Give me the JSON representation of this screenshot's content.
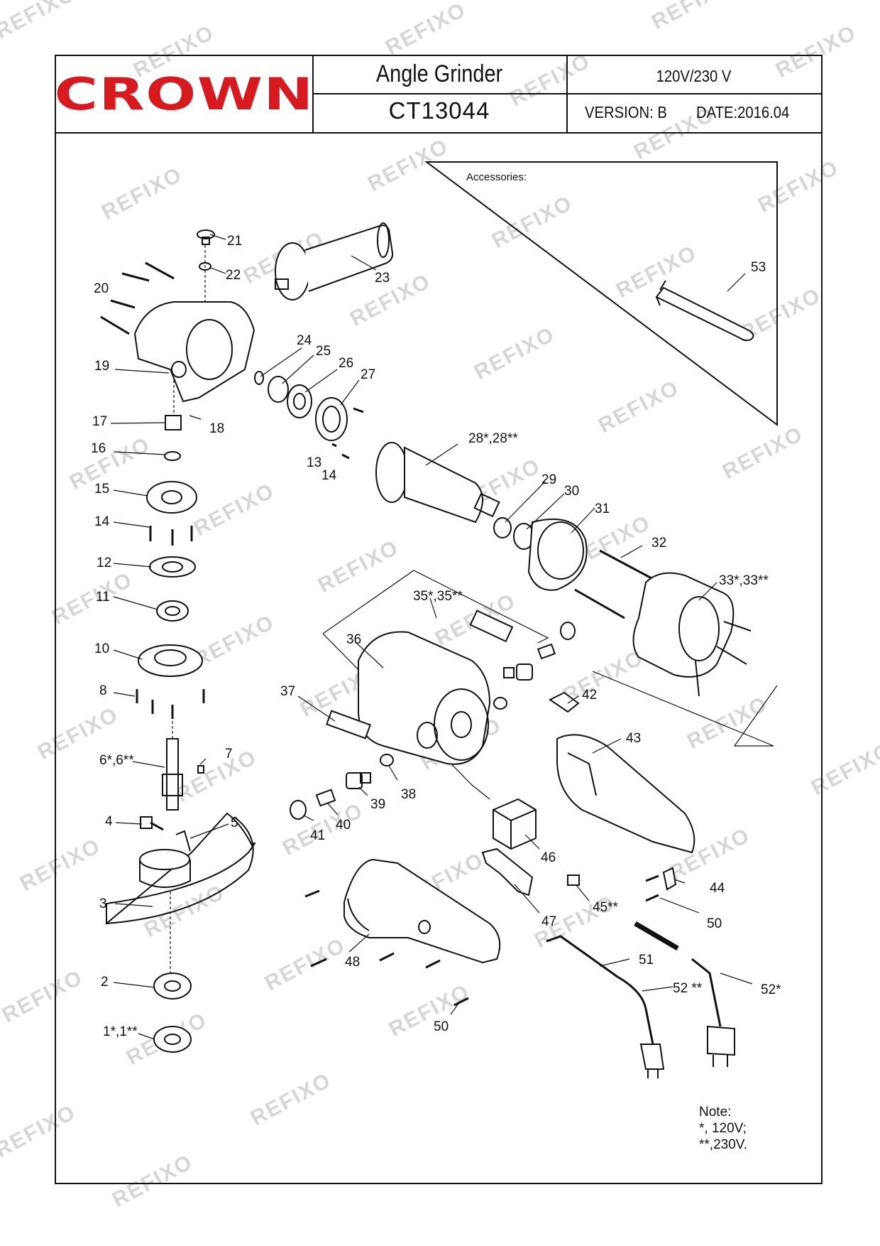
{
  "header": {
    "brand": "CROWN",
    "product": "Angle Grinder",
    "model": "CT13044",
    "voltage": "120V/230 V",
    "version": "VERSION: B",
    "date": "DATE:2016.04"
  },
  "accessories_label": "Accessories:",
  "watermark": "REFIXO",
  "note": {
    "title": "Note:",
    "line1": "*,  120V;",
    "line2": "**,230V."
  },
  "colors": {
    "brand_red": "#d71920",
    "line": "#111111",
    "watermark": "#d6d6d6"
  },
  "parts": {
    "p1": "1*,1**",
    "p2": "2",
    "p3": "3",
    "p4": "4",
    "p5": "5",
    "p6": "6*,6**",
    "p7": "7",
    "p8": "8",
    "p10": "10",
    "p11": "11",
    "p12": "12",
    "p13": "13",
    "p14a": "14",
    "p14b": "14",
    "p15": "15",
    "p16": "16",
    "p17": "17",
    "p18": "18",
    "p19": "19",
    "p20": "20",
    "p21": "21",
    "p22": "22",
    "p23": "23",
    "p24": "24",
    "p25": "25",
    "p26": "26",
    "p27": "27",
    "p28": "28*,28**",
    "p29": "29",
    "p30": "30",
    "p31": "31",
    "p32": "32",
    "p33": "33*,33**",
    "p35": "35*,35**",
    "p36": "36",
    "p37": "37",
    "p38": "38",
    "p39": "39",
    "p40": "40",
    "p41": "41",
    "p42": "42",
    "p43": "43",
    "p44": "44",
    "p45": "45**",
    "p46": "46",
    "p47": "47",
    "p48": "48",
    "p50a": "50",
    "p50b": "50",
    "p51": "51",
    "p52a": "52 **",
    "p52b": "52*",
    "p53": "53"
  }
}
